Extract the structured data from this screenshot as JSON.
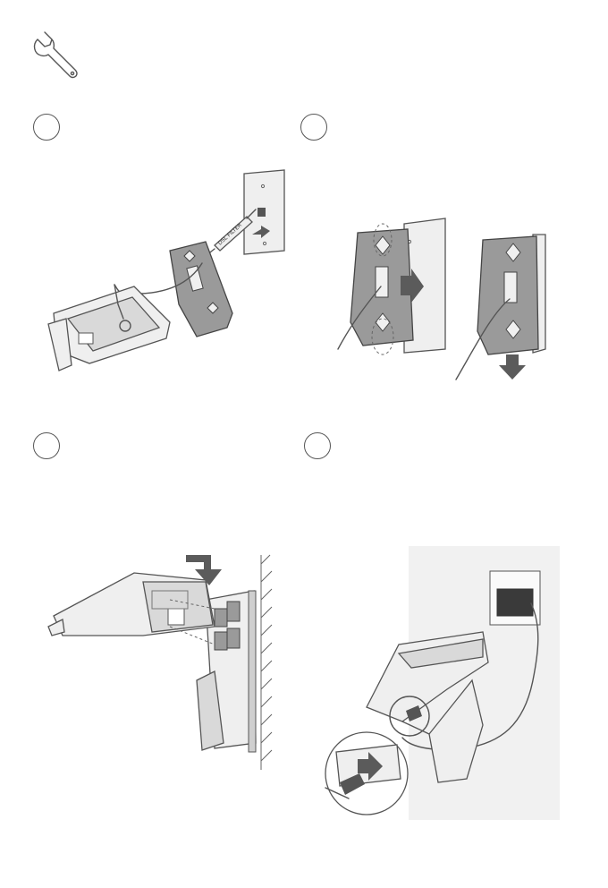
{
  "page": {
    "tools_icon": "wrench-icon",
    "steps": [
      {
        "label": "step-1"
      },
      {
        "label": "step-2"
      },
      {
        "label": "step-3"
      },
      {
        "label": "step-4"
      }
    ],
    "filter_tag_text": "DSL FILTER"
  }
}
